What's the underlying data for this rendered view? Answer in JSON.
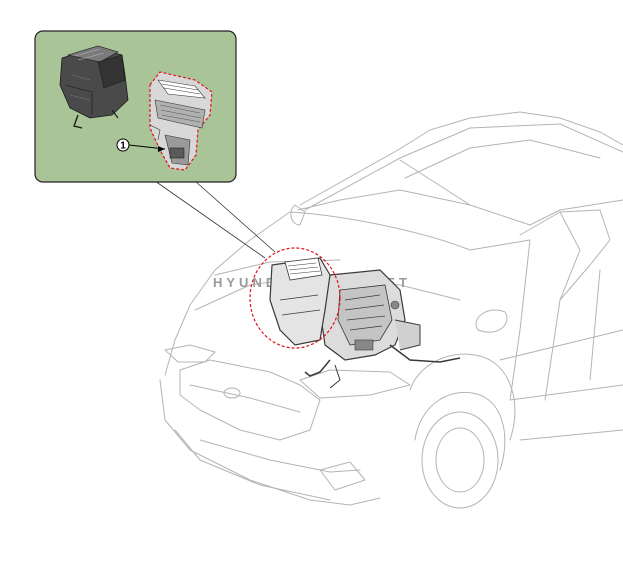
{
  "diagram": {
    "watermark_left": "HYUND",
    "watermark_right": "NET",
    "callout_number": "1",
    "colors": {
      "inset_background": "#a9c597",
      "dashed_outline": "#e0141e",
      "line_art": "#b4b4b4",
      "component_dark": "#3a3a3a"
    },
    "icons": [
      "car-outline-icon",
      "hvac-unit-icon",
      "blower-unit-icon"
    ]
  }
}
